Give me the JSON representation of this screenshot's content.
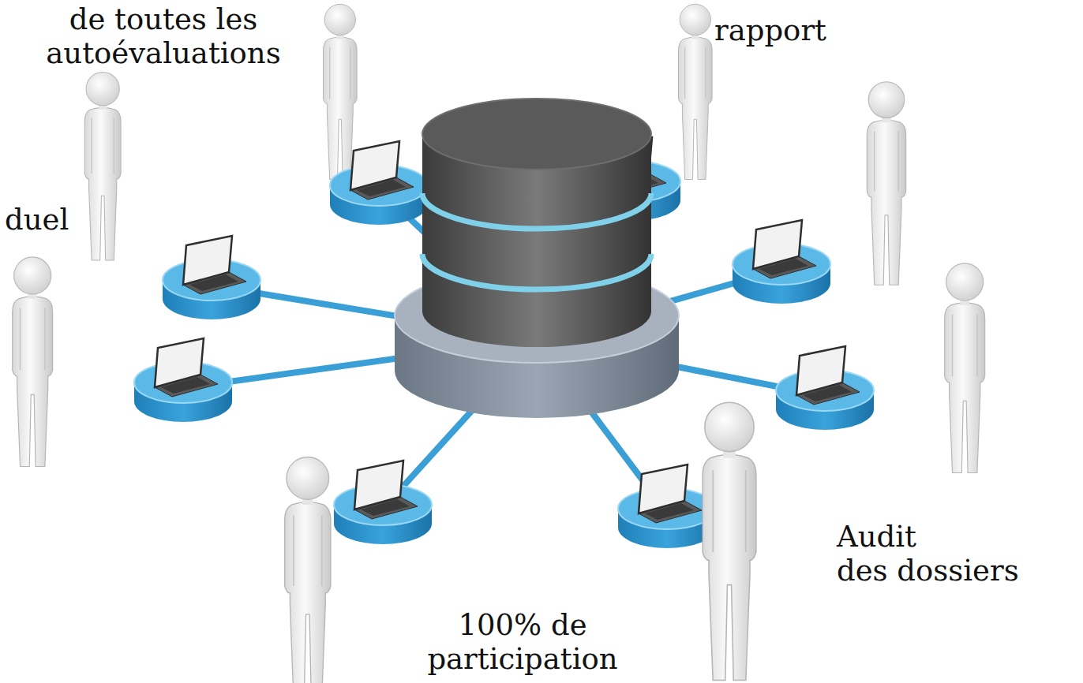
{
  "diagram": {
    "labels": [
      "de toutes les autoévaluations",
      "rapport",
      "duel",
      "Audit des dossiers",
      "100% de participation"
    ]
  }
}
